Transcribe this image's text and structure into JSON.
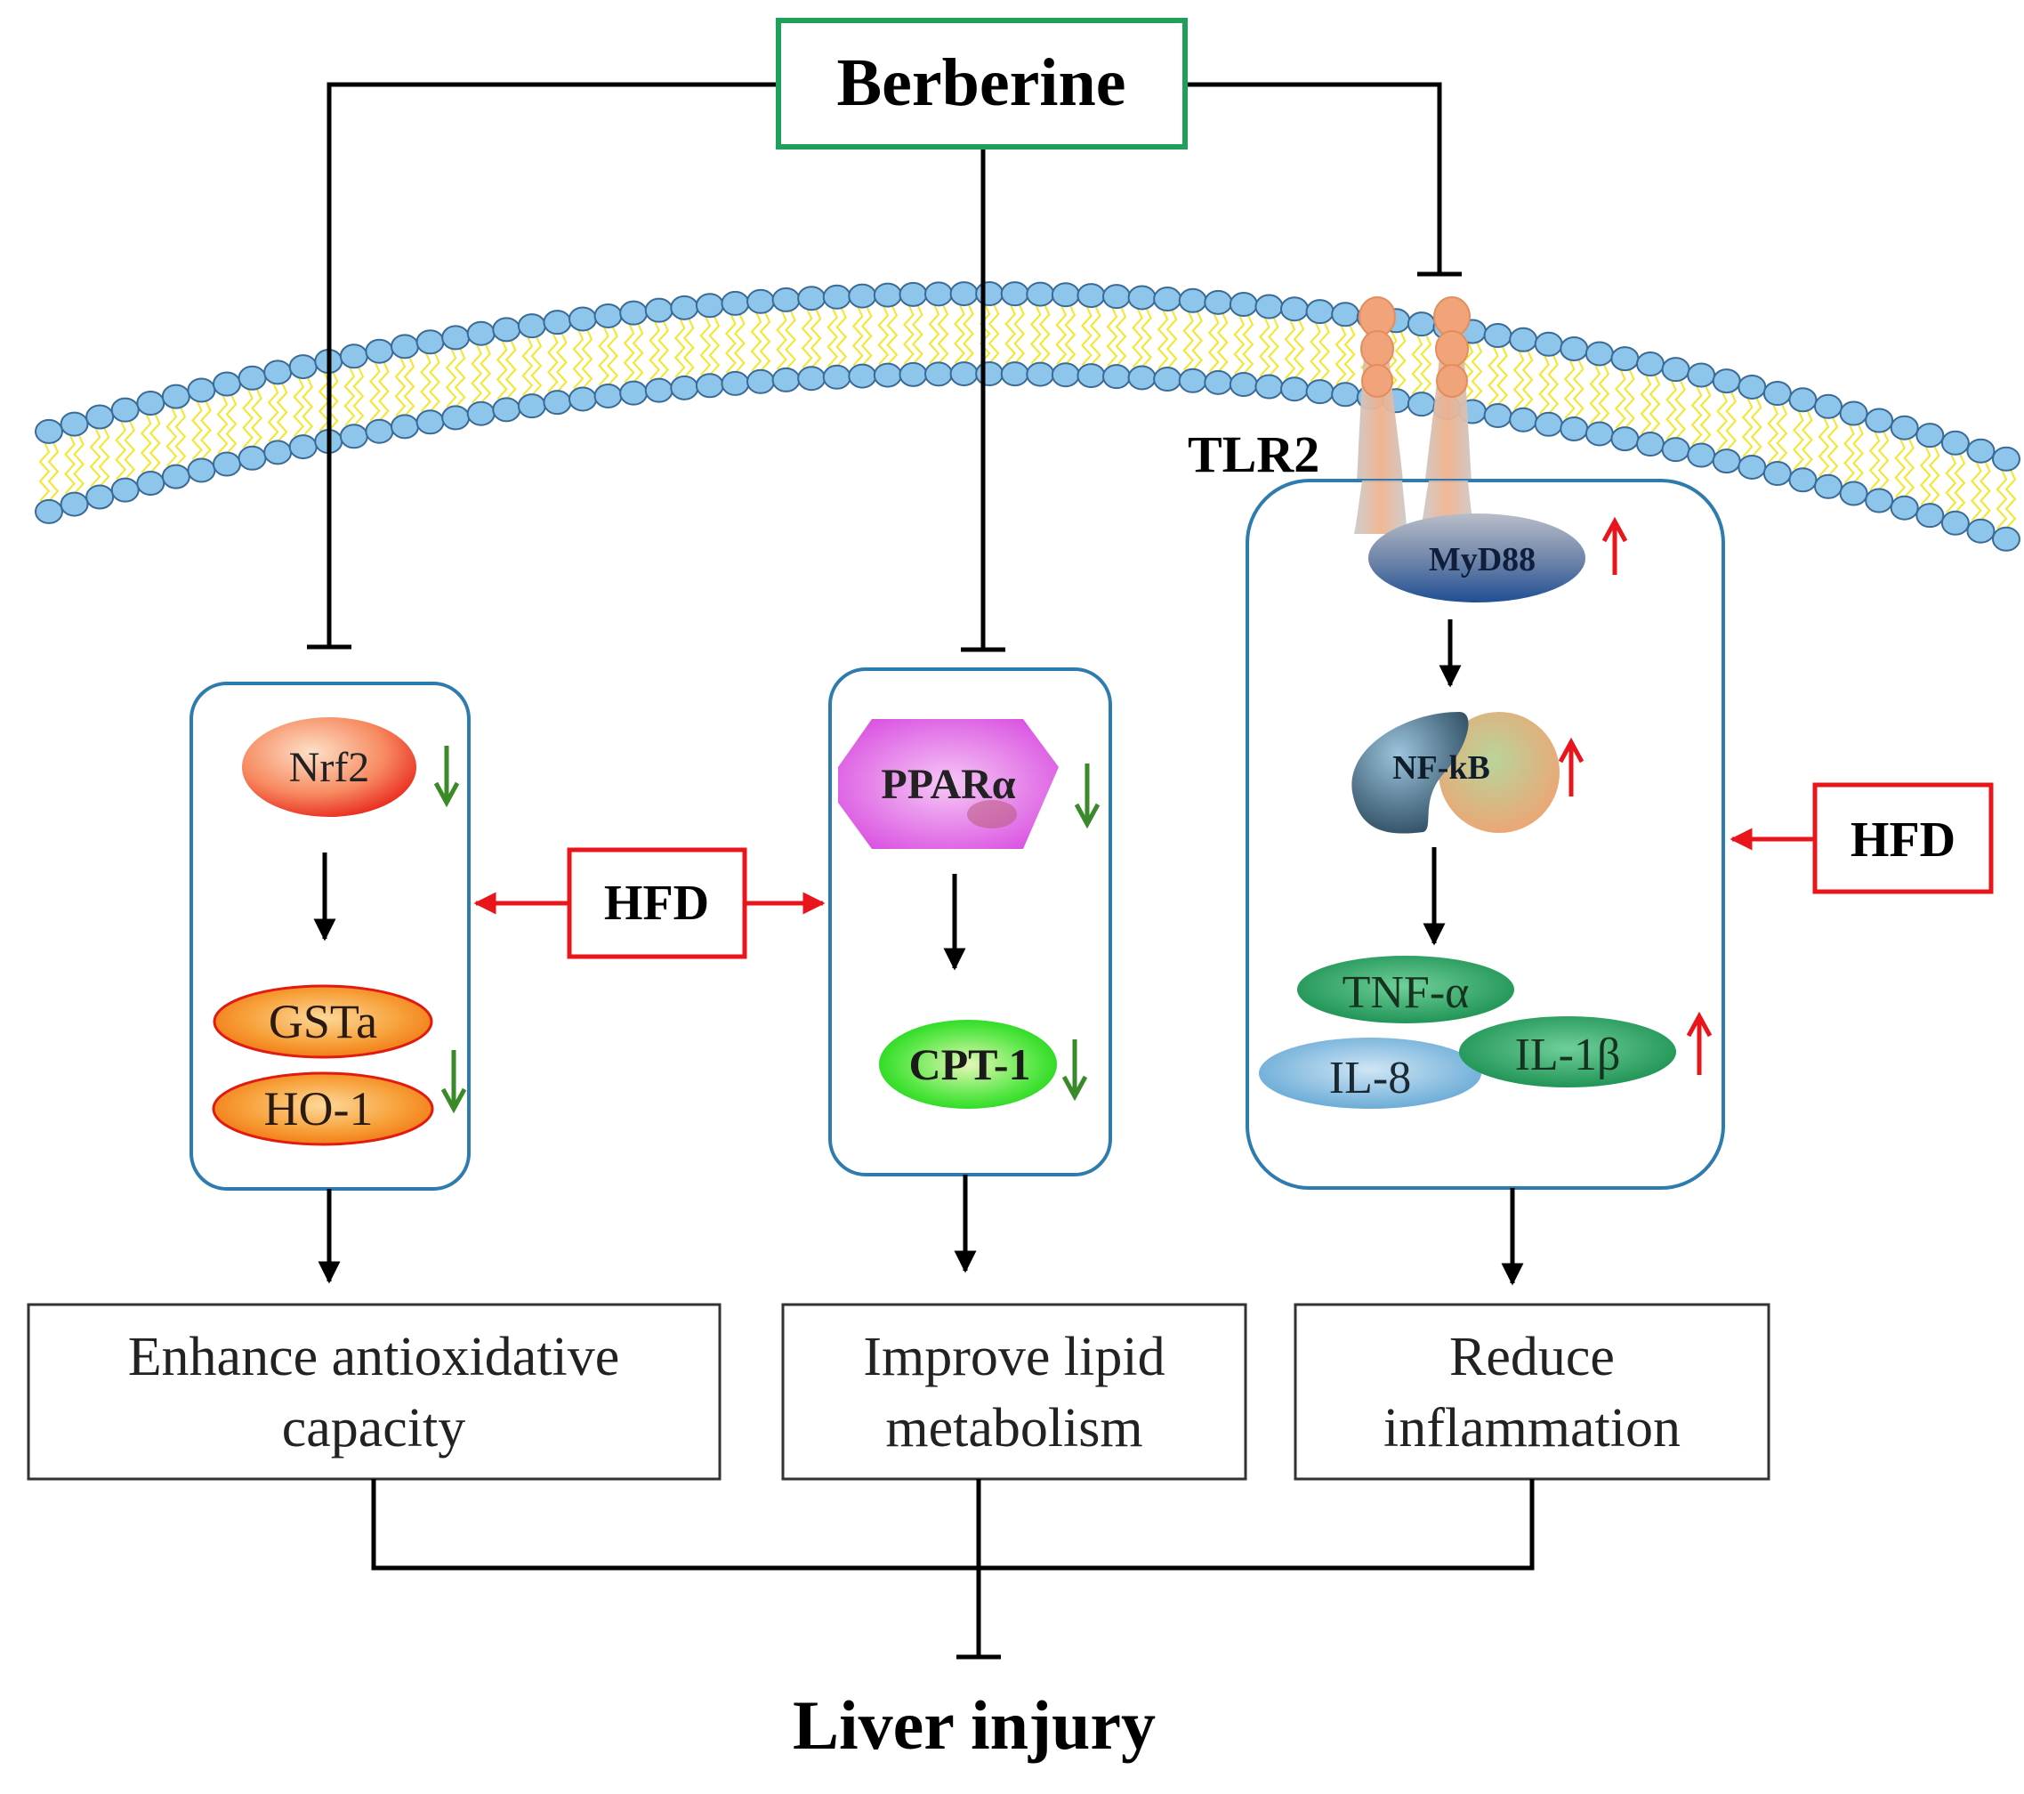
{
  "drug": "Berberine",
  "membrane_receptor": "TLR2",
  "stimulus_label": "HFD",
  "pathways": [
    {
      "id": "antioxidative",
      "molecules": [
        "Nrf2",
        "GSTa",
        "HO-1"
      ],
      "outcome_line1": "Enhance antioxidative",
      "outcome_line2": "capacity",
      "expression_change": "down"
    },
    {
      "id": "lipid",
      "molecules": [
        "PPARα",
        "CPT-1"
      ],
      "outcome_line1": "Improve lipid",
      "outcome_line2": "metabolism",
      "expression_change": "down"
    },
    {
      "id": "inflammation",
      "molecules": [
        "MyD88",
        "NF-kB",
        "TNF-α",
        "IL-8",
        "IL-1β"
      ],
      "outcome_line1": "Reduce",
      "outcome_line2": "inflammation",
      "expression_change": "up"
    }
  ],
  "final_target": "Liver injury",
  "colors": {
    "berberine_border": "#1fa05a",
    "hfd_border": "#e8161b",
    "hfd_arrow": "#e8161b",
    "up_arrow": "#e8161b",
    "down_arrow": "#3a8a2a",
    "pathway_box_border": "#2e7bb0",
    "membrane_head": "#8ec5ea",
    "membrane_tail": "#f4e62a",
    "nrf2": "#f26a4a",
    "gst_ho": "#f27a10",
    "ppara": "#e06ae8",
    "cpt1": "#28e022",
    "myd88": "#2e5d9a",
    "nfkb_left": "#3d6e8f",
    "nfkb_right": "#f2a070",
    "tnf_il1b": "#1d9a5a",
    "il8": "#6eaed8"
  }
}
